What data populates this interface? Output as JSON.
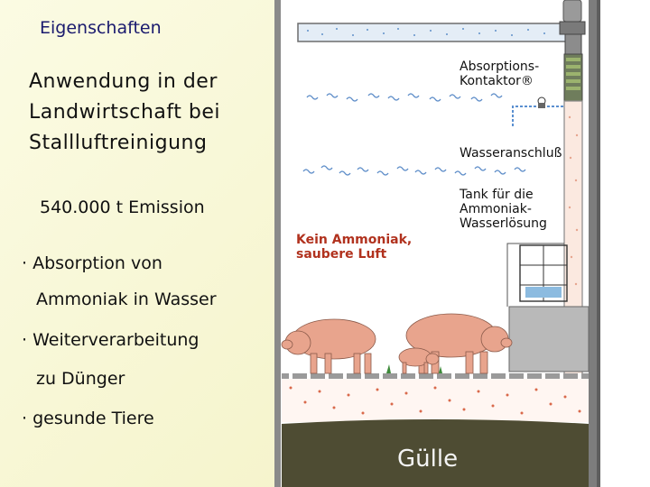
{
  "slide": {
    "section_title": "Eigenschaften",
    "heading_lines": [
      "Anwendung in der",
      "Landwirtschaft bei",
      "Stallluftreinigung"
    ],
    "emission": "540.000 t Emission",
    "bullets": [
      "· Absorption von",
      "Ammoniak in Wasser",
      "· Weiterverarbeitung",
      "zu Dünger",
      "· gesunde Tiere"
    ]
  },
  "illustration": {
    "label_absorber": [
      "Absorptions-",
      "Kontaktor®"
    ],
    "label_water": "Wasseranschluß",
    "label_tank": [
      "Tank für die",
      "Ammoniak-",
      "Wasserlösung"
    ],
    "label_clean_air": [
      "Kein Ammoniak,",
      "saubere Luft"
    ],
    "label_manure": "Gülle",
    "colors": {
      "frame": "#7d7d7d",
      "air_wave": "#5c8cc8",
      "manure": "#4e4c33",
      "pig": "#e8a48d",
      "highlight_red": "#b1321e"
    }
  }
}
